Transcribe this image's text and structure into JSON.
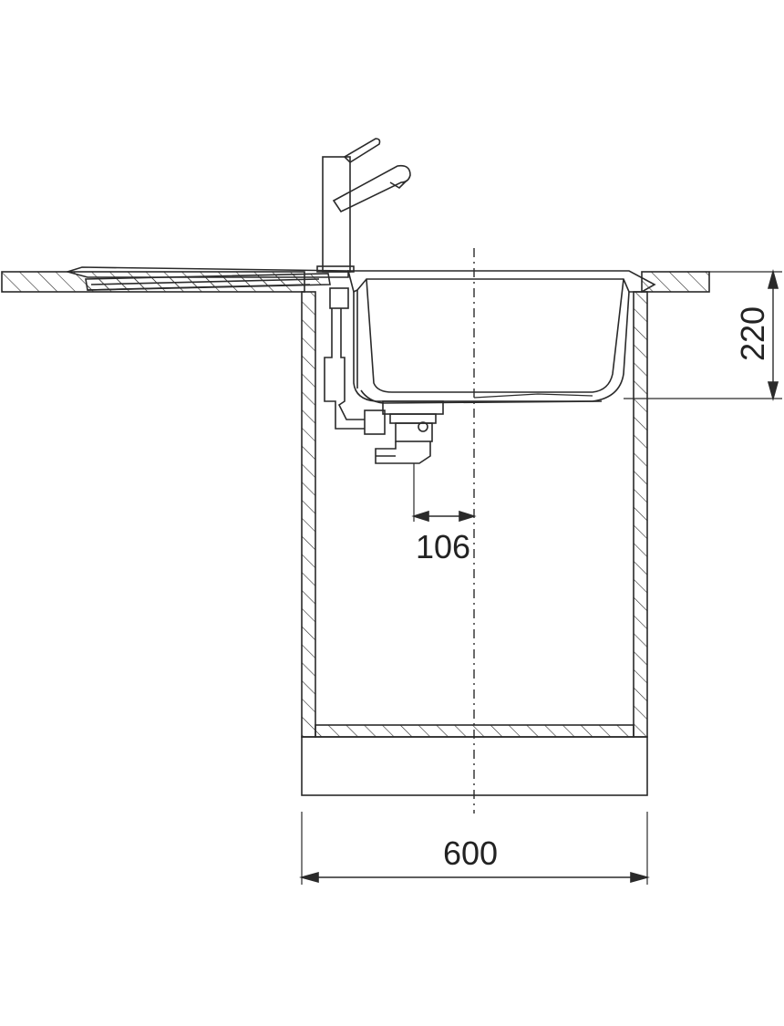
{
  "dimensions": {
    "width": "600",
    "height": "220",
    "drain_offset": "106"
  },
  "colors": {
    "line": "#2a2a2a",
    "background": "#ffffff"
  }
}
